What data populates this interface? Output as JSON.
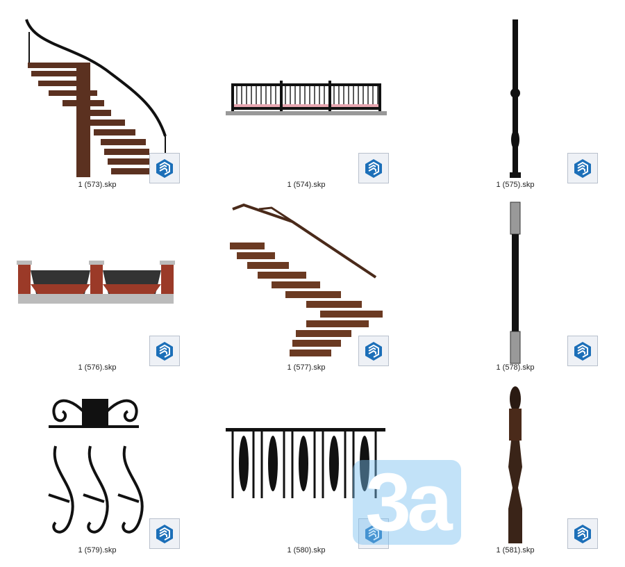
{
  "files": [
    {
      "name": "1 (573).skp",
      "thumbnail": "spiral-staircase"
    },
    {
      "name": "1 (574).skp",
      "thumbnail": "balustrade-railing"
    },
    {
      "name": "1 (575).skp",
      "thumbnail": "baluster-post"
    },
    {
      "name": "1 (576).skp",
      "thumbnail": "brick-fence"
    },
    {
      "name": "1 (577).skp",
      "thumbnail": "wooden-staircase"
    },
    {
      "name": "1 (578).skp",
      "thumbnail": "newel-post"
    },
    {
      "name": "1 (579).skp",
      "thumbnail": "wrought-iron-panel"
    },
    {
      "name": "1 (580).skp",
      "thumbnail": "iron-railing"
    },
    {
      "name": "1 (581).skp",
      "thumbnail": "wooden-baluster"
    }
  ],
  "file_type_icon": "sketchup-icon",
  "watermark": "3a",
  "colors": {
    "sketchup_blue": "#1c6fb8",
    "wood": "#6b3a22",
    "iron": "#111111",
    "brick": "#9b3a28"
  }
}
